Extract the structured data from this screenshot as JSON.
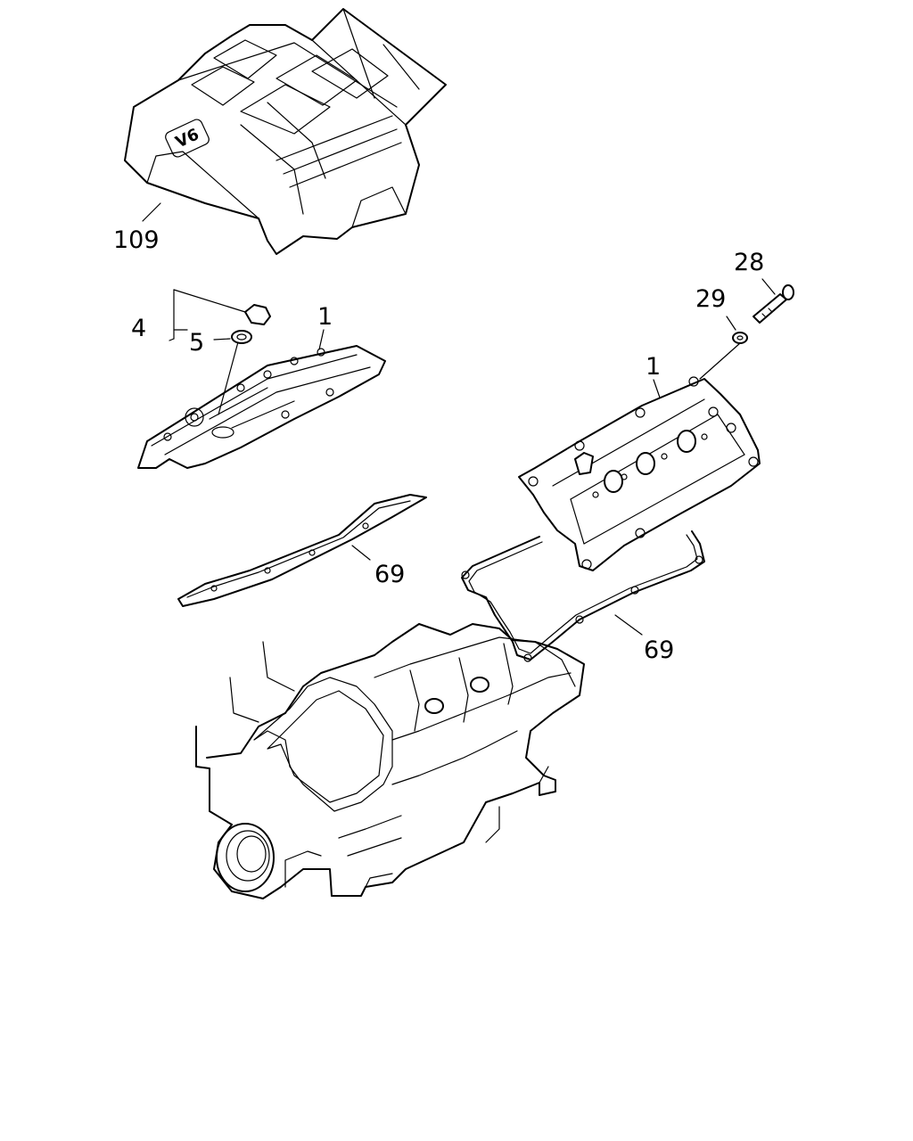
{
  "callouts": {
    "c109": "109",
    "c28": "28",
    "c29": "29",
    "c4": "4",
    "c5": "5",
    "c1_left": "1",
    "c1_right": "1",
    "c69_left": "69",
    "c69_right": "69"
  },
  "engine_cover": {
    "badge": "V6"
  }
}
